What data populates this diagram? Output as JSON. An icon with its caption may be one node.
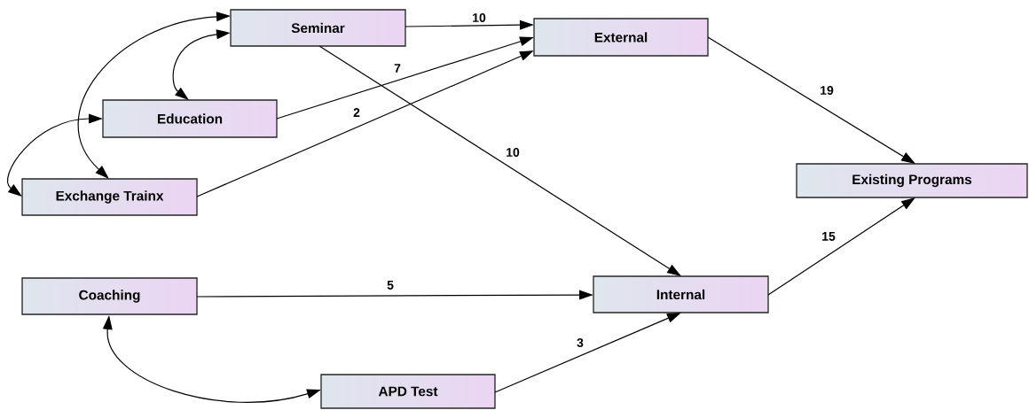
{
  "diagram": {
    "nodes": [
      {
        "text": [
          "Seminar"
        ]
      },
      {
        "text": [
          "Education"
        ]
      },
      {
        "text": [
          "Exchange Trainx"
        ]
      },
      {
        "text": [
          "External"
        ]
      },
      {
        "text": [
          "Existing Programs"
        ]
      },
      {
        "text": [
          "Internal"
        ]
      },
      {
        "text": [
          "Coaching"
        ]
      },
      {
        "text": [
          "APD Test"
        ]
      }
    ],
    "edges": [
      {
        "from": 0,
        "to": 3,
        "arrow": "to",
        "label": "10"
      },
      {
        "from": 1,
        "to": 3,
        "arrow": "to",
        "label": "7"
      },
      {
        "from": 2,
        "to": 3,
        "arrow": "to",
        "label": "2"
      },
      {
        "from": 0,
        "to": 5,
        "arrow": "to",
        "label": "10"
      },
      {
        "from": 3,
        "to": 4,
        "arrow": "to",
        "label": "19"
      },
      {
        "from": 5,
        "to": 4,
        "arrow": "to",
        "label": "15"
      },
      {
        "from": 6,
        "to": 5,
        "arrow": "to",
        "label": "5"
      },
      {
        "from": 7,
        "to": 5,
        "arrow": "to",
        "label": "3"
      },
      {
        "from": 0,
        "to": 1,
        "arrow": "both"
      },
      {
        "from": 0,
        "to": 2,
        "arrow": "both"
      },
      {
        "from": 1,
        "to": 2,
        "arrow": "both"
      },
      {
        "from": 6,
        "to": 7,
        "arrow": "both"
      }
    ]
  }
}
